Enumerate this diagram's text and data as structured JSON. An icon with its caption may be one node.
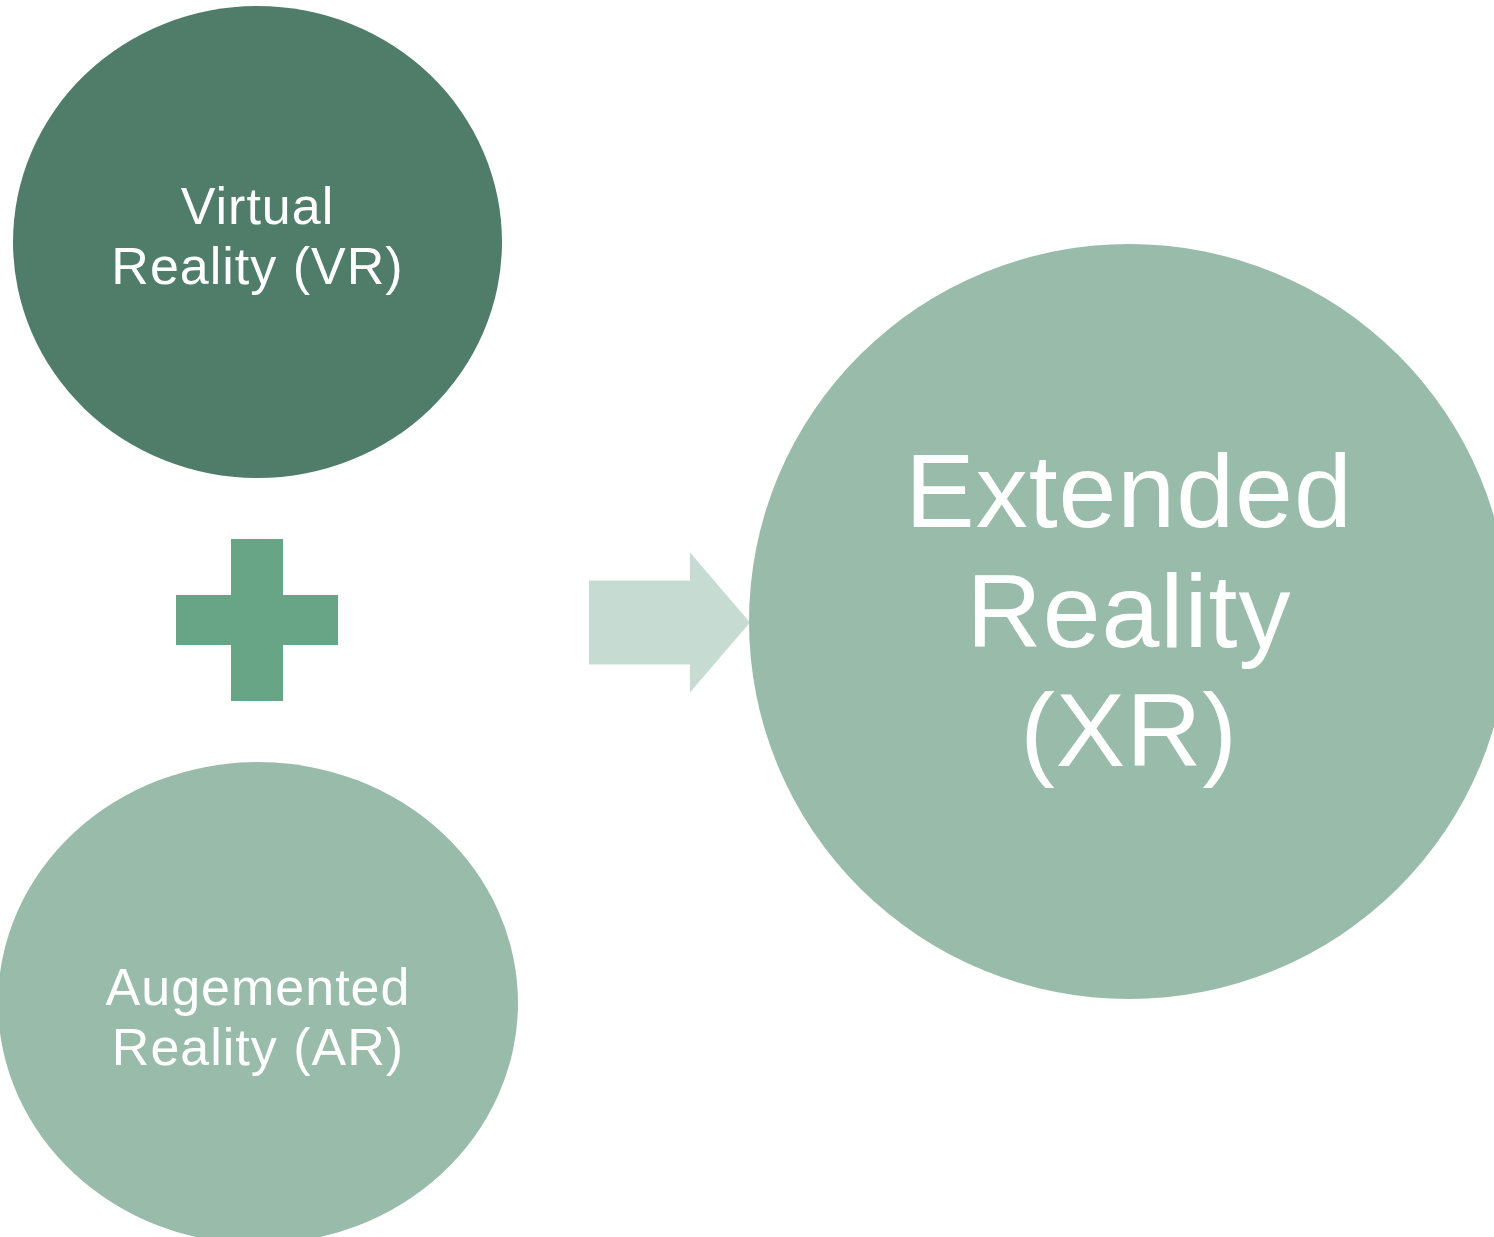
{
  "diagram": {
    "nodes": [
      {
        "text": [
          "Virtual Reality (VR)"
        ]
      },
      {
        "text": [],
        "shape": "cross"
      },
      {
        "text": [
          "Augemented Reality (AR)"
        ]
      },
      {
        "text": [
          "Extended Reality (XR)"
        ]
      }
    ],
    "edges": [
      {
        "from": null,
        "to": 3,
        "arrow": "to",
        "style": "thick"
      }
    ]
  }
}
